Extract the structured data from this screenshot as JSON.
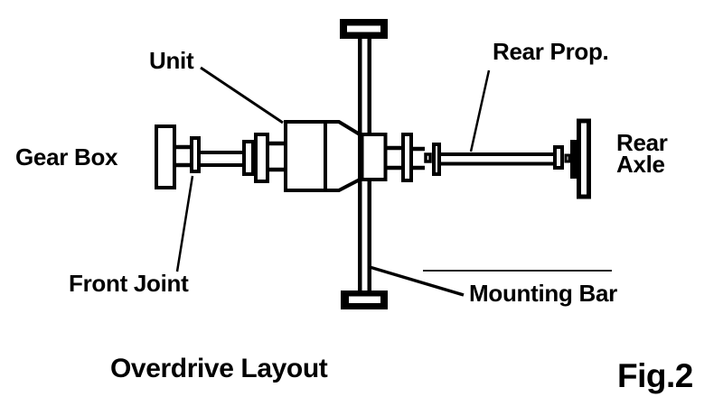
{
  "colors": {
    "ink": "#000000",
    "paper": "#ffffff"
  },
  "labels": {
    "unit": "Unit",
    "gear_box": "Gear Box",
    "front_joint": "Front Joint",
    "rear_prop": "Rear Prop.",
    "rear_axle": {
      "line1": "Rear",
      "line2": "Axle"
    },
    "mounting_bar": "Mounting Bar"
  },
  "caption": "Overdrive Layout",
  "figure_number": "Fig.2"
}
